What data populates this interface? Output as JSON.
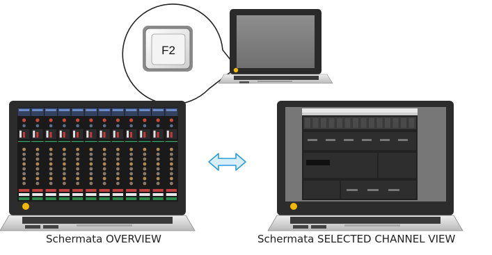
{
  "key": {
    "label": "F2"
  },
  "captions": {
    "left": "Schermata OVERVIEW",
    "right": "Schermata SELECTED CHANNEL VIEW"
  },
  "icons": {
    "key": "keyboard-key-icon",
    "arrow": "double-arrow-icon",
    "laptop": "laptop-icon"
  },
  "colors": {
    "arrow_fill": "#d8eefa",
    "arrow_stroke": "#2a9ad8",
    "led": "#f5b800",
    "laptop_body": "#2c2c2c",
    "keyboard": "#d9d9d9"
  }
}
